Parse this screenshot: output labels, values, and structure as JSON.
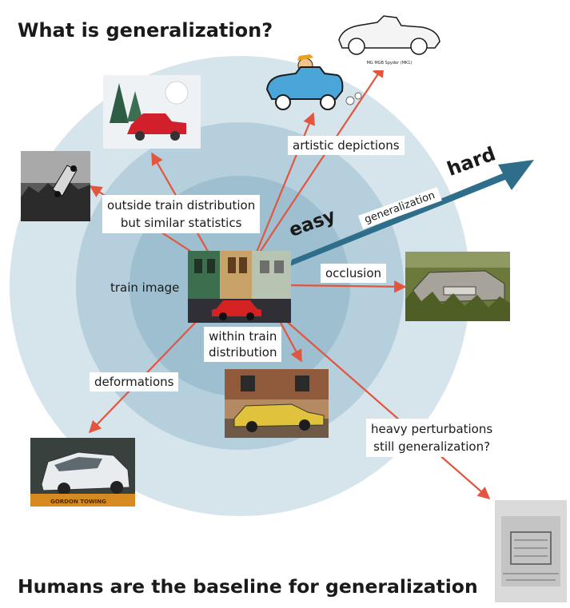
{
  "title": "What is generalization?",
  "subtitle": "Humans are the baseline for generalization",
  "center_label": "train image",
  "arrow_labels": {
    "artistic": "artistic depictions",
    "outside_line1": "outside train distribution",
    "outside_line2": "but similar statistics",
    "occlusion": "occlusion",
    "within_line1": "within train",
    "within_line2": "distribution",
    "deformations": "deformations",
    "heavy_line1": "heavy perturbations",
    "heavy_line2": "still generalization?"
  },
  "axis": {
    "easy": "easy",
    "hard": "hard",
    "label": "generalization"
  },
  "sketch_caption": "MG MGB Spyder (MK1)",
  "tow_text": "GORDON TOWING",
  "colors": {
    "ring_outer": "#d6e4ec",
    "ring_middle": "#b5cfdc",
    "ring_inner": "#9dbfd0",
    "arrow": "#e2553f",
    "axis_arrow": "#2e6e8a",
    "text": "#1a1a1a"
  }
}
